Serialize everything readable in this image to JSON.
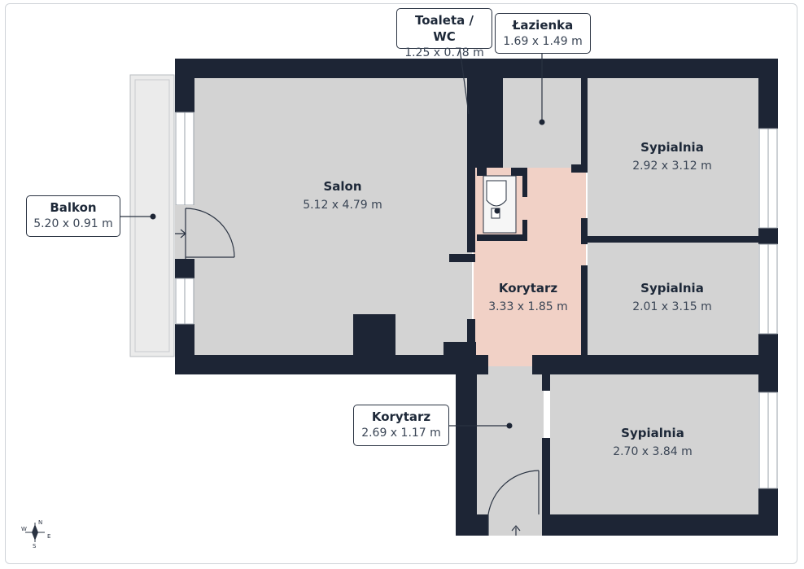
{
  "rooms": {
    "salon": {
      "name": "Salon",
      "dims": "5.12 x 4.79 m"
    },
    "sypialnia_1": {
      "name": "Sypialnia",
      "dims": "2.92 x 3.12 m"
    },
    "sypialnia_2": {
      "name": "Sypialnia",
      "dims": "2.01 x 3.15 m"
    },
    "sypialnia_3": {
      "name": "Sypialnia",
      "dims": "2.70 x 3.84 m"
    },
    "korytarz_1": {
      "name": "Korytarz",
      "dims": "3.33 x 1.85 m"
    }
  },
  "callouts": {
    "toaleta": {
      "name": "Toaleta / WC",
      "dims": "1.25 x 0.78 m"
    },
    "lazienka": {
      "name": "Łazienka",
      "dims": "1.69 x 1.49 m"
    },
    "balkon": {
      "name": "Balkon",
      "dims": "5.20 x 0.91 m"
    },
    "korytarz_2": {
      "name": "Korytarz",
      "dims": "2.69 x 1.17 m"
    }
  },
  "compass": {
    "n": "N",
    "s": "S",
    "e": "E",
    "w": "W"
  },
  "colors": {
    "wall": "#1d2535",
    "floor": "#d3d3d3",
    "hallway": "#f1d1c6",
    "balcony": "#ebebeb"
  }
}
